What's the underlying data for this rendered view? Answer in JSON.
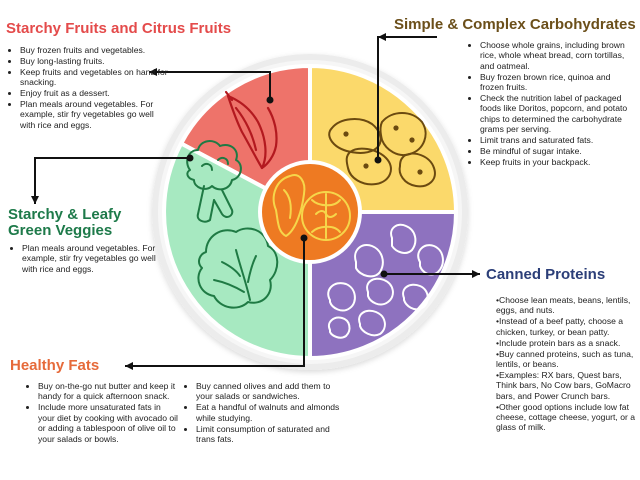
{
  "colors": {
    "fruits": "#EE736A",
    "carbs": "#FBD96B",
    "veggies": "#A7E9C1",
    "proteins": "#8E72BF",
    "fats": "#EE7A22",
    "center_text_fats": "#E8562D",
    "heading_fruits": "#E44B4B",
    "heading_carbs": "#6B4F1A",
    "heading_veggies": "#1E7A4A",
    "heading_proteins": "#2B3E78",
    "heading_fats": "#E66A3A"
  },
  "sections": {
    "fruits": {
      "heading": "Starchy Fruits and Citrus Fruits",
      "items": [
        "Buy frozen fruits and vegetables.",
        "Buy long-lasting fruits.",
        "Keep fruits and vegetables on hand for snacking.",
        "Enjoy fruit as a dessert.",
        "Plan meals around vegetables. For example, stir fry vegetables go well with rice and eggs."
      ]
    },
    "carbs": {
      "heading": "Simple & Complex Carbohydrates",
      "items": [
        "Choose whole grains, including brown rice, whole wheat bread, corn tortillas, and oatmeal.",
        "Buy frozen brown rice, quinoa and frozen fruits.",
        "Check the nutrition label of packaged foods like Doritos, popcorn, and potato chips to determined the carbohydrate grams per serving.",
        "Limit trans and saturated fats.",
        "Be mindful of sugar intake.",
        "Keep fruits in your backpack."
      ]
    },
    "veggies": {
      "heading_line1": "Starchy & Leafy",
      "heading_line2": "Green Veggies",
      "items": [
        "Plan meals around vegetables. For example, stir fry vegetables go well with rice and eggs."
      ]
    },
    "proteins": {
      "heading": "Canned Proteins",
      "items": [
        "•Choose lean meats, beans, lentils, eggs, and nuts.",
        "•Instead of a beef patty, choose a chicken, turkey, or bean patty.",
        "•Include protein bars as a snack.",
        "•Buy canned proteins, such as tuna, lentils, or beans.",
        "•Examples: RX bars, Quest bars, Think bars, No Cow bars, GoMacro bars, and Power Crunch bars.",
        "•Other good options include low fat cheese, cottage cheese, yogurt, or a glass of milk."
      ]
    },
    "fats": {
      "heading": "Healthy Fats",
      "items_left": [
        "Buy on-the-go nut butter and keep it handy for a quick afternoon snack.",
        "Include more unsaturated fats in your diet by cooking with avocado oil or adding a tablespoon of olive oil to your salads or bowls."
      ],
      "items_right": [
        "Buy canned olives and add them to your salads or sandwiches.",
        "Eat a handful of walnuts and almonds while studying.",
        "Limit consumption of saturated and trans fats."
      ]
    }
  },
  "icons": {
    "fruits": "banana-icon",
    "carbs": "chips-icon",
    "veggies_top": "broccoli-icon",
    "veggies_bottom": "lettuce-icon",
    "proteins": "beans-icon",
    "fats": "walnut-icon"
  }
}
